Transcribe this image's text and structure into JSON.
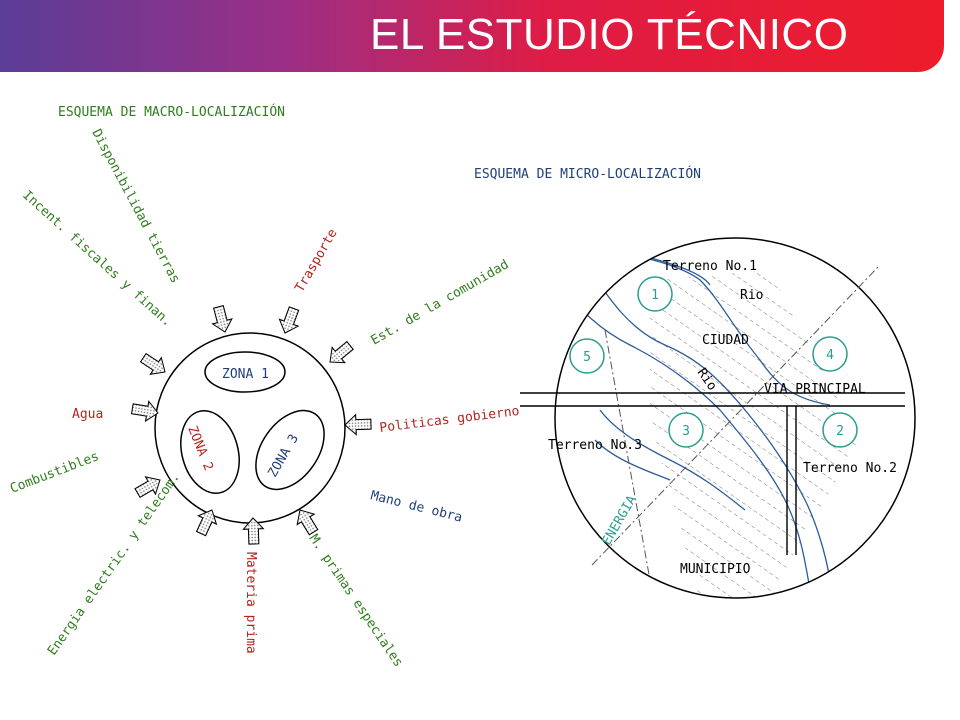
{
  "header": {
    "title": "EL ESTUDIO TÉCNICO"
  },
  "macro": {
    "title": "ESQUEMA DE MACRO-LOCALIZACIÓN",
    "zones": [
      "ZONA 1",
      "ZONA 2",
      "ZONA 3"
    ],
    "factors": [
      "Disponibilidad tierras",
      "Incent. fiscales y finan.",
      "Trasporte",
      "Est. de la comunidad",
      "Agua",
      "Politicas gobierno",
      "Combustibles",
      "Energia electric. y telecom.",
      "Materia prima",
      "M. primas especiales",
      "Mano de obra"
    ]
  },
  "micro": {
    "title": "ESQUEMA DE MICRO-LOCALIZACIÓN",
    "labels": {
      "terreno1": "Terreno No.1",
      "terreno2": "Terreno No.2",
      "terreno3": "Terreno No.3",
      "rio1": "Rio",
      "rio2": "Rio",
      "ciudad": "CIUDAD",
      "via": "VIA PRINCIPAL",
      "energia": "ENERGIA",
      "municipio": "MUNICIPIO"
    },
    "sites": [
      "1",
      "2",
      "3",
      "4",
      "5"
    ]
  },
  "colors": {
    "green": "#2e7d1c",
    "red": "#b3261e",
    "blue": "#1f3f7a",
    "teal": "#2a9d8f"
  }
}
